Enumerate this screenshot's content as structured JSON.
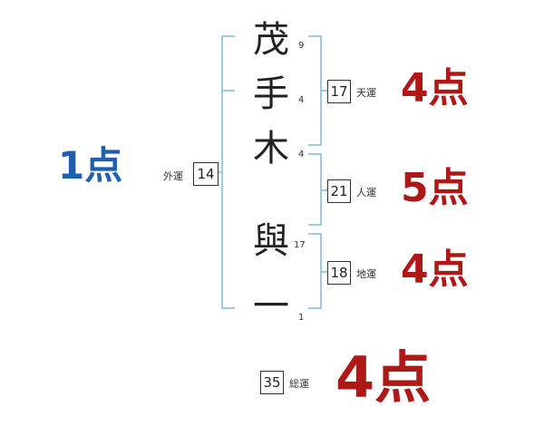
{
  "name": {
    "characters": [
      {
        "char": "茂",
        "strokes": "9"
      },
      {
        "char": "手",
        "strokes": "4"
      },
      {
        "char": "木",
        "strokes": "4"
      },
      {
        "char": "與",
        "strokes": "17"
      },
      {
        "char": "一",
        "strokes": "1"
      }
    ]
  },
  "gaiun": {
    "label": "外運",
    "value": "14",
    "score": "1点"
  },
  "tenun": {
    "label": "天運",
    "value": "17",
    "score": "4点"
  },
  "jinun": {
    "label": "人運",
    "value": "21",
    "score": "5点"
  },
  "chiun": {
    "label": "地運",
    "value": "18",
    "score": "4点"
  },
  "soun": {
    "label": "総運",
    "value": "35",
    "score": "4点"
  },
  "colors": {
    "score_red": "#b01818",
    "score_blue": "#1e5fae",
    "bracket": "#9ccbe6"
  }
}
